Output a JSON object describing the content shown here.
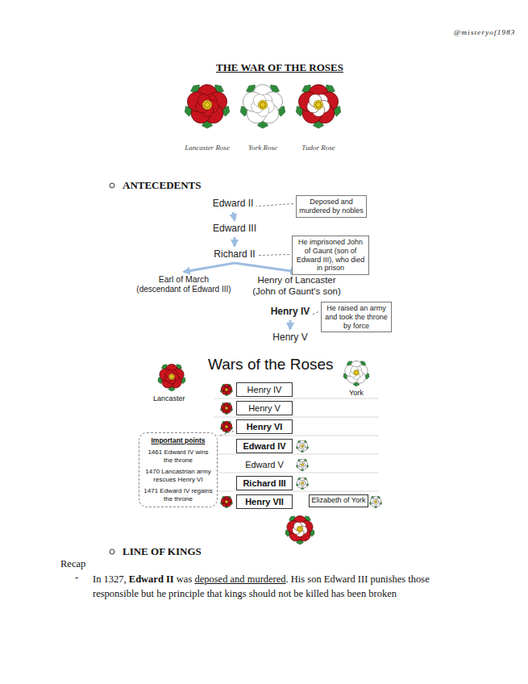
{
  "diagram": {
    "title": "THE WAR OF THE ROSES",
    "nodes": [
      {
        "text": [
          "Edward II"
        ]
      },
      {
        "text": [
          "Deposed and murdered by nobles"
        ]
      },
      {
        "text": [
          "Edward III"
        ]
      },
      {
        "text": [
          "Richard II"
        ]
      },
      {
        "text": [
          "He imprisoned John of Gaunt (son of Edward III), who died in prison"
        ]
      },
      {
        "text": [
          "Earl of March",
          "(descendant of Edward III)"
        ]
      },
      {
        "text": [
          "Henry of Lancaster",
          "(John of Gaunt's son)"
        ]
      },
      {
        "text": [
          "Henry IV"
        ]
      },
      {
        "text": [
          "He raised an army and took the throne by force"
        ]
      },
      {
        "text": [
          "Henry V"
        ]
      },
      {
        "text": [
          "Henry IV"
        ]
      },
      {
        "text": [
          "Henry V"
        ]
      },
      {
        "text": [
          "Henry VI"
        ]
      },
      {
        "text": [
          "Important points",
          "1461 Edward IV wins the throne",
          "1470 Lancastrian army rescues Henry VI",
          "1471 Edward IV regains the throne"
        ]
      },
      {
        "text": [
          "Edward IV"
        ]
      },
      {
        "text": [
          "Edward V"
        ]
      },
      {
        "text": [
          "Richard III"
        ]
      },
      {
        "text": [
          "Henry VII"
        ]
      },
      {
        "text": [
          "Elizabeth of York"
        ]
      }
    ],
    "edges": [
      {
        "from": 0,
        "to": 2,
        "arrow": "to"
      },
      {
        "from": 2,
        "to": 3,
        "arrow": "to"
      },
      {
        "from": 3,
        "to": 5,
        "arrow": "to"
      },
      {
        "from": 3,
        "to": 6,
        "arrow": "to"
      },
      {
        "from": 7,
        "to": 9,
        "arrow": "to"
      },
      {
        "from": 1,
        "to": 0,
        "arrow": "none"
      },
      {
        "from": 4,
        "to": 3,
        "arrow": "none"
      },
      {
        "from": 8,
        "to": 7,
        "arrow": "none"
      },
      {
        "from": 13,
        "to": 12,
        "arrow": "none"
      }
    ],
    "labels": [
      "@misteryof1983",
      "Lancaster Rose",
      "York Rose",
      "Tudor Rose",
      "ANTECEDENTS",
      "Wars of the Roses",
      "Lancaster",
      "York",
      "LINE OF KINGS",
      "Recap",
      "-",
      "In 1327,",
      "Edward II",
      "was",
      "deposed and murdered",
      ". His son Edward III punishes those responsible but he principle that kings should not be killed has been broken"
    ]
  }
}
